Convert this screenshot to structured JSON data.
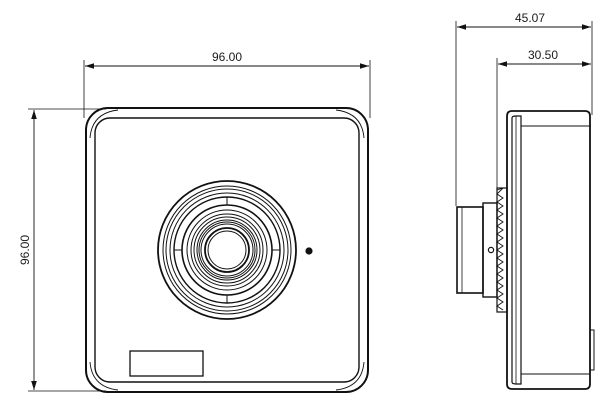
{
  "dimensions": {
    "front_width": "96.00",
    "front_height": "96.00",
    "side_total_depth": "45.07",
    "side_body_depth": "30.50"
  }
}
